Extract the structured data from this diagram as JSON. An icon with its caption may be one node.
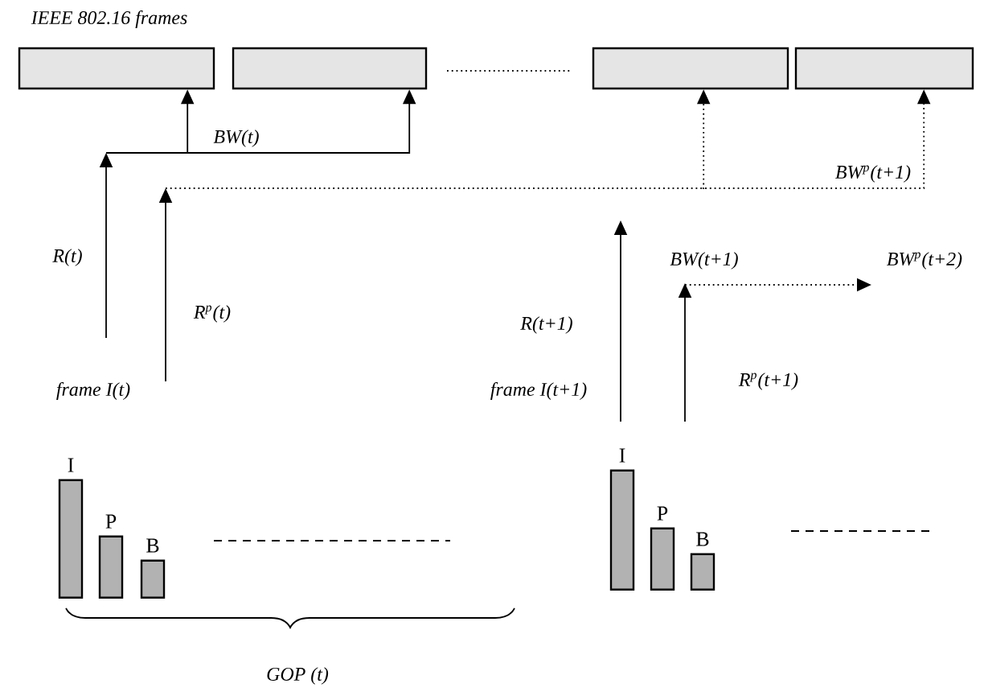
{
  "diagram": {
    "nodes": [
      {
        "text": [],
        "shape": "box"
      },
      {
        "text": [],
        "shape": "box"
      },
      {
        "text": [],
        "shape": "box"
      },
      {
        "text": [],
        "shape": "box"
      },
      {
        "text": [
          "I"
        ]
      },
      {
        "text": [
          "P"
        ]
      },
      {
        "text": [
          "B"
        ]
      },
      {
        "text": [
          "I"
        ]
      },
      {
        "text": [
          "P"
        ]
      },
      {
        "text": [
          "B"
        ]
      }
    ],
    "edges": [
      {
        "from": null,
        "to": 0,
        "arrow": "to"
      },
      {
        "from": null,
        "to": 1,
        "arrow": "to",
        "label": "BW(t)"
      },
      {
        "from": null,
        "to": 3,
        "arrow": "to",
        "label": "BW$^{p}$(t+1)",
        "style": "dashed"
      },
      {
        "from": null,
        "to": 2,
        "arrow": "to",
        "style": "dashed"
      }
    ],
    "labels": [
      "IEEE 802.16 frames",
      "R(t)",
      "R$^{p}$(t)",
      "frame I(t)",
      "BW(t+1)",
      "BW$^{p}$(t+2)",
      "R(t+1)",
      "R$^{p}$(t+1)",
      "frame I(t+1)",
      "GOP (t)"
    ]
  }
}
